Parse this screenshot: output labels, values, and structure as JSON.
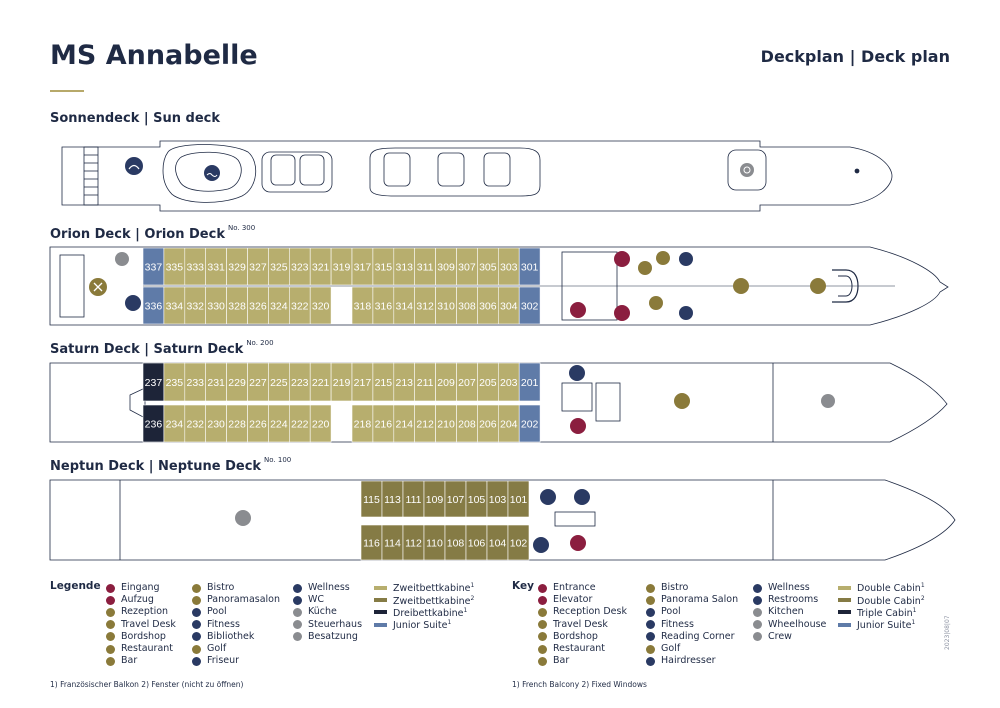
{
  "header": {
    "ship_name": "MS Annabelle",
    "deckplan_title": "Deckplan | Deck plan"
  },
  "decks": [
    {
      "name": "Sonnendeck | Sun deck",
      "no_label": ""
    },
    {
      "name": "Orion Deck | Orion Deck",
      "no_label": "No. 300"
    },
    {
      "name": "Saturn Deck | Saturn Deck",
      "no_label": "No. 200"
    },
    {
      "name": "Neptun Deck | Neptune Deck",
      "no_label": "No. 100"
    }
  ],
  "cabins": {
    "orion_top": [
      "337",
      "335",
      "333",
      "331",
      "329",
      "327",
      "325",
      "323",
      "321",
      "319",
      "317",
      "315",
      "313",
      "311",
      "309",
      "307",
      "305",
      "303",
      "301"
    ],
    "orion_bottom": [
      "336",
      "334",
      "332",
      "330",
      "328",
      "326",
      "324",
      "322",
      "320",
      "318",
      "316",
      "314",
      "312",
      "310",
      "308",
      "306",
      "304",
      "302"
    ],
    "saturn_top": [
      "237",
      "235",
      "233",
      "231",
      "229",
      "227",
      "225",
      "223",
      "221",
      "219",
      "217",
      "215",
      "213",
      "211",
      "209",
      "207",
      "205",
      "203",
      "201"
    ],
    "saturn_bottom": [
      "236",
      "234",
      "232",
      "230",
      "228",
      "226",
      "224",
      "222",
      "220",
      "218",
      "216",
      "214",
      "212",
      "210",
      "208",
      "206",
      "204",
      "202"
    ],
    "neptune_top": [
      "115",
      "113",
      "111",
      "109",
      "107",
      "105",
      "103",
      "101"
    ],
    "neptune_bottom": [
      "116",
      "114",
      "112",
      "110",
      "108",
      "106",
      "104",
      "102"
    ]
  },
  "colors": {
    "navy": "#1f2a44",
    "double_cabin_1": "#b7ae6e",
    "double_cabin_2": "#857b45",
    "triple_cabin": "#1d2438",
    "junior_suite": "#5f7ba8",
    "icon_gold": "#8a7a3a",
    "icon_red": "#8b1e3f",
    "icon_blue": "#2a3a63",
    "icon_gray": "#8a8c90"
  },
  "legend_de": {
    "title": "Legende",
    "col1": [
      {
        "label": "Eingang",
        "icon": "entrance-icon",
        "color": "#8b1e3f"
      },
      {
        "label": "Aufzug",
        "icon": "elevator-icon",
        "color": "#8b1e3f"
      },
      {
        "label": "Rezeption",
        "icon": "reception-icon",
        "color": "#8a7a3a"
      },
      {
        "label": "Travel Desk",
        "icon": "travel-desk-icon",
        "color": "#8a7a3a"
      },
      {
        "label": "Bordshop",
        "icon": "shop-icon",
        "color": "#8a7a3a"
      },
      {
        "label": "Restaurant",
        "icon": "restaurant-icon",
        "color": "#8a7a3a"
      },
      {
        "label": "Bar",
        "icon": "bar-icon",
        "color": "#8a7a3a"
      }
    ],
    "col2": [
      {
        "label": "Bistro",
        "icon": "bistro-icon",
        "color": "#8a7a3a"
      },
      {
        "label": "Panoramasalon",
        "icon": "lounge-icon",
        "color": "#8a7a3a"
      },
      {
        "label": "Pool",
        "icon": "pool-icon",
        "color": "#2a3a63"
      },
      {
        "label": "Fitness",
        "icon": "fitness-icon",
        "color": "#2a3a63"
      },
      {
        "label": "Bibliothek",
        "icon": "library-icon",
        "color": "#2a3a63"
      },
      {
        "label": "Golf",
        "icon": "golf-icon",
        "color": "#8a7a3a"
      },
      {
        "label": "Friseur",
        "icon": "hairdresser-icon",
        "color": "#2a3a63"
      }
    ],
    "col3": [
      {
        "label": "Wellness",
        "icon": "wellness-icon",
        "color": "#2a3a63"
      },
      {
        "label": "WC",
        "icon": "restroom-icon",
        "color": "#2a3a63"
      },
      {
        "label": "Küche",
        "icon": "kitchen-icon",
        "color": "#8a8c90"
      },
      {
        "label": "Steuerhaus",
        "icon": "wheelhouse-icon",
        "color": "#8a8c90"
      },
      {
        "label": "Besatzung",
        "icon": "crew-icon",
        "color": "#8a8c90"
      }
    ],
    "col4": [
      {
        "label": "Zweitbettkabine",
        "sup": "1",
        "color": "#b7ae6e"
      },
      {
        "label": "Zweitbettkabine",
        "sup": "2",
        "color": "#857b45"
      },
      {
        "label": "Dreibettkabine",
        "sup": "1",
        "color": "#1d2438"
      },
      {
        "label": "Junior Suite",
        "sup": "1",
        "color": "#5f7ba8"
      }
    ],
    "footnote": "1) Französischer Balkon   2) Fenster (nicht zu öffnen)"
  },
  "legend_en": {
    "title": "Key",
    "col1": [
      {
        "label": "Entrance",
        "icon": "entrance-icon",
        "color": "#8b1e3f"
      },
      {
        "label": "Elevator",
        "icon": "elevator-icon",
        "color": "#8b1e3f"
      },
      {
        "label": "Reception Desk",
        "icon": "reception-icon",
        "color": "#8a7a3a"
      },
      {
        "label": "Travel Desk",
        "icon": "travel-desk-icon",
        "color": "#8a7a3a"
      },
      {
        "label": "Bordshop",
        "icon": "shop-icon",
        "color": "#8a7a3a"
      },
      {
        "label": "Restaurant",
        "icon": "restaurant-icon",
        "color": "#8a7a3a"
      },
      {
        "label": "Bar",
        "icon": "bar-icon",
        "color": "#8a7a3a"
      }
    ],
    "col2": [
      {
        "label": "Bistro",
        "icon": "bistro-icon",
        "color": "#8a7a3a"
      },
      {
        "label": "Panorama Salon",
        "icon": "lounge-icon",
        "color": "#8a7a3a"
      },
      {
        "label": "Pool",
        "icon": "pool-icon",
        "color": "#2a3a63"
      },
      {
        "label": "Fitness",
        "icon": "fitness-icon",
        "color": "#2a3a63"
      },
      {
        "label": "Reading Corner",
        "icon": "library-icon",
        "color": "#2a3a63"
      },
      {
        "label": "Golf",
        "icon": "golf-icon",
        "color": "#8a7a3a"
      },
      {
        "label": "Hairdresser",
        "icon": "hairdresser-icon",
        "color": "#2a3a63"
      }
    ],
    "col3": [
      {
        "label": "Wellness",
        "icon": "wellness-icon",
        "color": "#2a3a63"
      },
      {
        "label": "Restrooms",
        "icon": "restroom-icon",
        "color": "#2a3a63"
      },
      {
        "label": "Kitchen",
        "icon": "kitchen-icon",
        "color": "#8a8c90"
      },
      {
        "label": "Wheelhouse",
        "icon": "wheelhouse-icon",
        "color": "#8a8c90"
      },
      {
        "label": "Crew",
        "icon": "crew-icon",
        "color": "#8a8c90"
      }
    ],
    "col4": [
      {
        "label": "Double Cabin",
        "sup": "1",
        "color": "#b7ae6e"
      },
      {
        "label": "Double Cabin",
        "sup": "2",
        "color": "#857b45"
      },
      {
        "label": "Triple Cabin",
        "sup": "1",
        "color": "#1d2438"
      },
      {
        "label": "Junior Suite",
        "sup": "1",
        "color": "#5f7ba8"
      }
    ],
    "footnote": "1) French Balcony   2) Fixed Windows"
  },
  "version": "2023|08|07"
}
